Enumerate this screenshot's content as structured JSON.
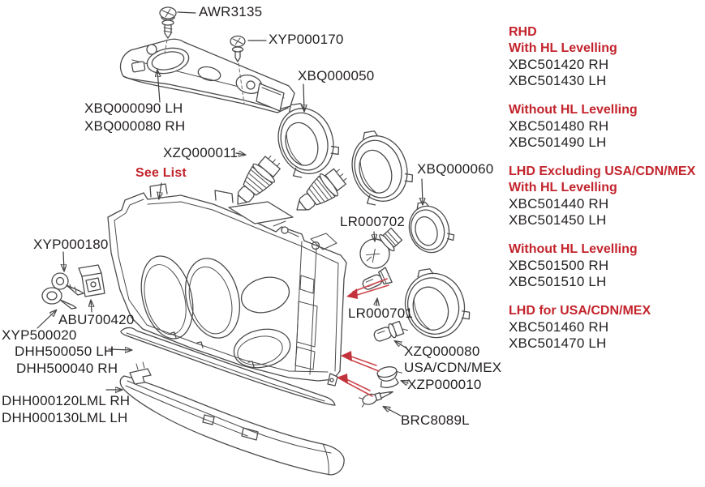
{
  "diagram": {
    "description": "Headlamp and front lamp assembly exploded parts diagram",
    "colors": {
      "background": "#ffffff",
      "label_text": "#231f20",
      "red_text": "#c3242c",
      "red_arrow": "#cc474d",
      "line_art": "#4b4b4d"
    },
    "callouts": {
      "awr3135": "AWR3135",
      "xyp000170": "XYP000170",
      "xbq000050": "XBQ000050",
      "xbq000090_lh": "XBQ000090 LH",
      "xbq000080_rh": "XBQ000080 RH",
      "xzq000011": "XZQ000011",
      "see_list": "See List",
      "xbq000060": "XBQ000060",
      "lr000702": "LR000702",
      "xyp000180": "XYP000180",
      "lr000701": "LR000701",
      "abu700420": "ABU700420",
      "xyp500020": "XYP500020",
      "dhh500050_lh": "DHH500050 LH",
      "dhh500040_rh": "DHH500040 RH",
      "dhh000120lml_rh": "DHH000120LML RH",
      "dhh000130lml_lh": "DHH000130LML LH",
      "xzq000080": "XZQ000080",
      "xzq000080_note": "USA/CDN/MEX",
      "xzp000010": "XZP000010",
      "brc8089l": "BRC8089L"
    },
    "legend": {
      "groups": [
        {
          "heading": [
            "RHD",
            "With HL Levelling"
          ],
          "parts": [
            "XBC501420 RH",
            "XBC501430 LH"
          ]
        },
        {
          "heading": [
            "Without HL Levelling"
          ],
          "parts": [
            "XBC501480 RH",
            "XBC501490 LH"
          ]
        },
        {
          "heading": [
            "LHD Excluding USA/CDN/MEX",
            "With HL Levelling"
          ],
          "parts": [
            "XBC501440 RH",
            "XBC501450 LH"
          ]
        },
        {
          "heading": [
            "Without HL Levelling"
          ],
          "parts": [
            "XBC501500 RH",
            "XBC501510 LH"
          ]
        },
        {
          "heading": [
            "LHD for USA/CDN/MEX"
          ],
          "parts": [
            "XBC501460 RH",
            "XBC501470 LH"
          ]
        }
      ]
    }
  }
}
